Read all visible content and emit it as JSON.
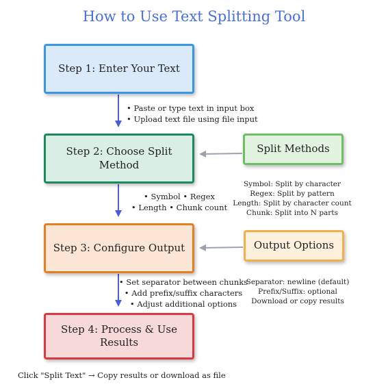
{
  "title": "How to Use Text Splitting Tool",
  "steps": [
    {
      "label": "Step 1: Enter Your Text",
      "fill": "#dbeafa",
      "border": "#3a95e4"
    },
    {
      "label": "Step 2: Choose Split Method",
      "fill": "#d9efe6",
      "border": "#1b8a5a"
    },
    {
      "label": "Step 3: Configure Output",
      "fill": "#fbe6d6",
      "border": "#e67e22"
    },
    {
      "label": "Step 4: Process & Use Results",
      "fill": "#f7d9da",
      "border": "#d93a3f"
    }
  ],
  "side_boxes": [
    {
      "label": "Split Methods",
      "fill": "#e2f4e0",
      "border": "#6cbf64"
    },
    {
      "label": "Output Options",
      "fill": "#fdf1de",
      "border": "#f2b04d"
    }
  ],
  "notes": {
    "step1": [
      "• Paste or type text in input box",
      "• Upload text file using file input"
    ],
    "step2": [
      "• Symbol • Regex",
      "• Length • Chunk count"
    ],
    "step3": [
      "• Set separator between chunks",
      "• Add prefix/suffix characters",
      "• Adjust additional options"
    ]
  },
  "split_methods_details": [
    "Symbol: Split by character",
    "Regex: Split by pattern",
    "Length: Split by character count",
    "Chunk: Split into N parts"
  ],
  "output_options_details": [
    "Separator: newline (default)",
    "Prefix/Suffix: optional",
    "Download or copy results"
  ],
  "footer": "Click \"Split Text\" → Copy results or download as file",
  "colors": {
    "title": "#4a6fd6",
    "main_arrow": "#4a5fd6",
    "side_arrow": "#9aa3ad"
  }
}
